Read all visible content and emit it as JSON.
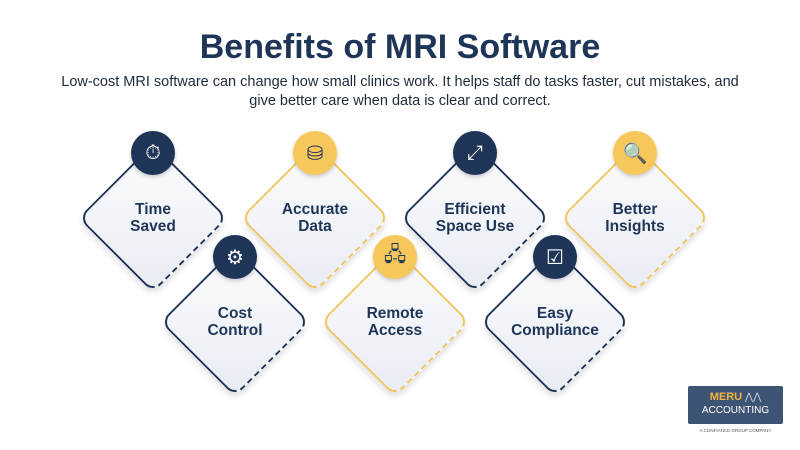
{
  "title": "Benefits of MRI Software",
  "subtitle": "Low-cost MRI software can change how small clinics work. It helps staff do tasks faster, cut mistakes, and give better care when data is clear and correct.",
  "benefits": [
    {
      "label": "Time Saved",
      "icon": "hand-clock-icon",
      "glyph": "⏱"
    },
    {
      "label": "Accurate Data",
      "icon": "shield-database-icon",
      "glyph": "⛁"
    },
    {
      "label": "Efficient Space Use",
      "icon": "resize-icon",
      "glyph": "⤢"
    },
    {
      "label": "Better Insights",
      "icon": "magnifier-chart-icon",
      "glyph": "🔍"
    },
    {
      "label": "Cost Control",
      "icon": "gear-dollar-icon",
      "glyph": "⚙"
    },
    {
      "label": "Remote Access",
      "icon": "network-icon",
      "glyph": "🖧"
    },
    {
      "label": "Easy Compliance",
      "icon": "checklist-icon",
      "glyph": "☑"
    }
  ],
  "logo": {
    "name1": "MERU",
    "name2": "ACCOUNTING",
    "tagline": "A CONFIANCE GROUP COMPANY"
  },
  "colors": {
    "navy": "#1e3558",
    "gold": "#f6c75a"
  }
}
